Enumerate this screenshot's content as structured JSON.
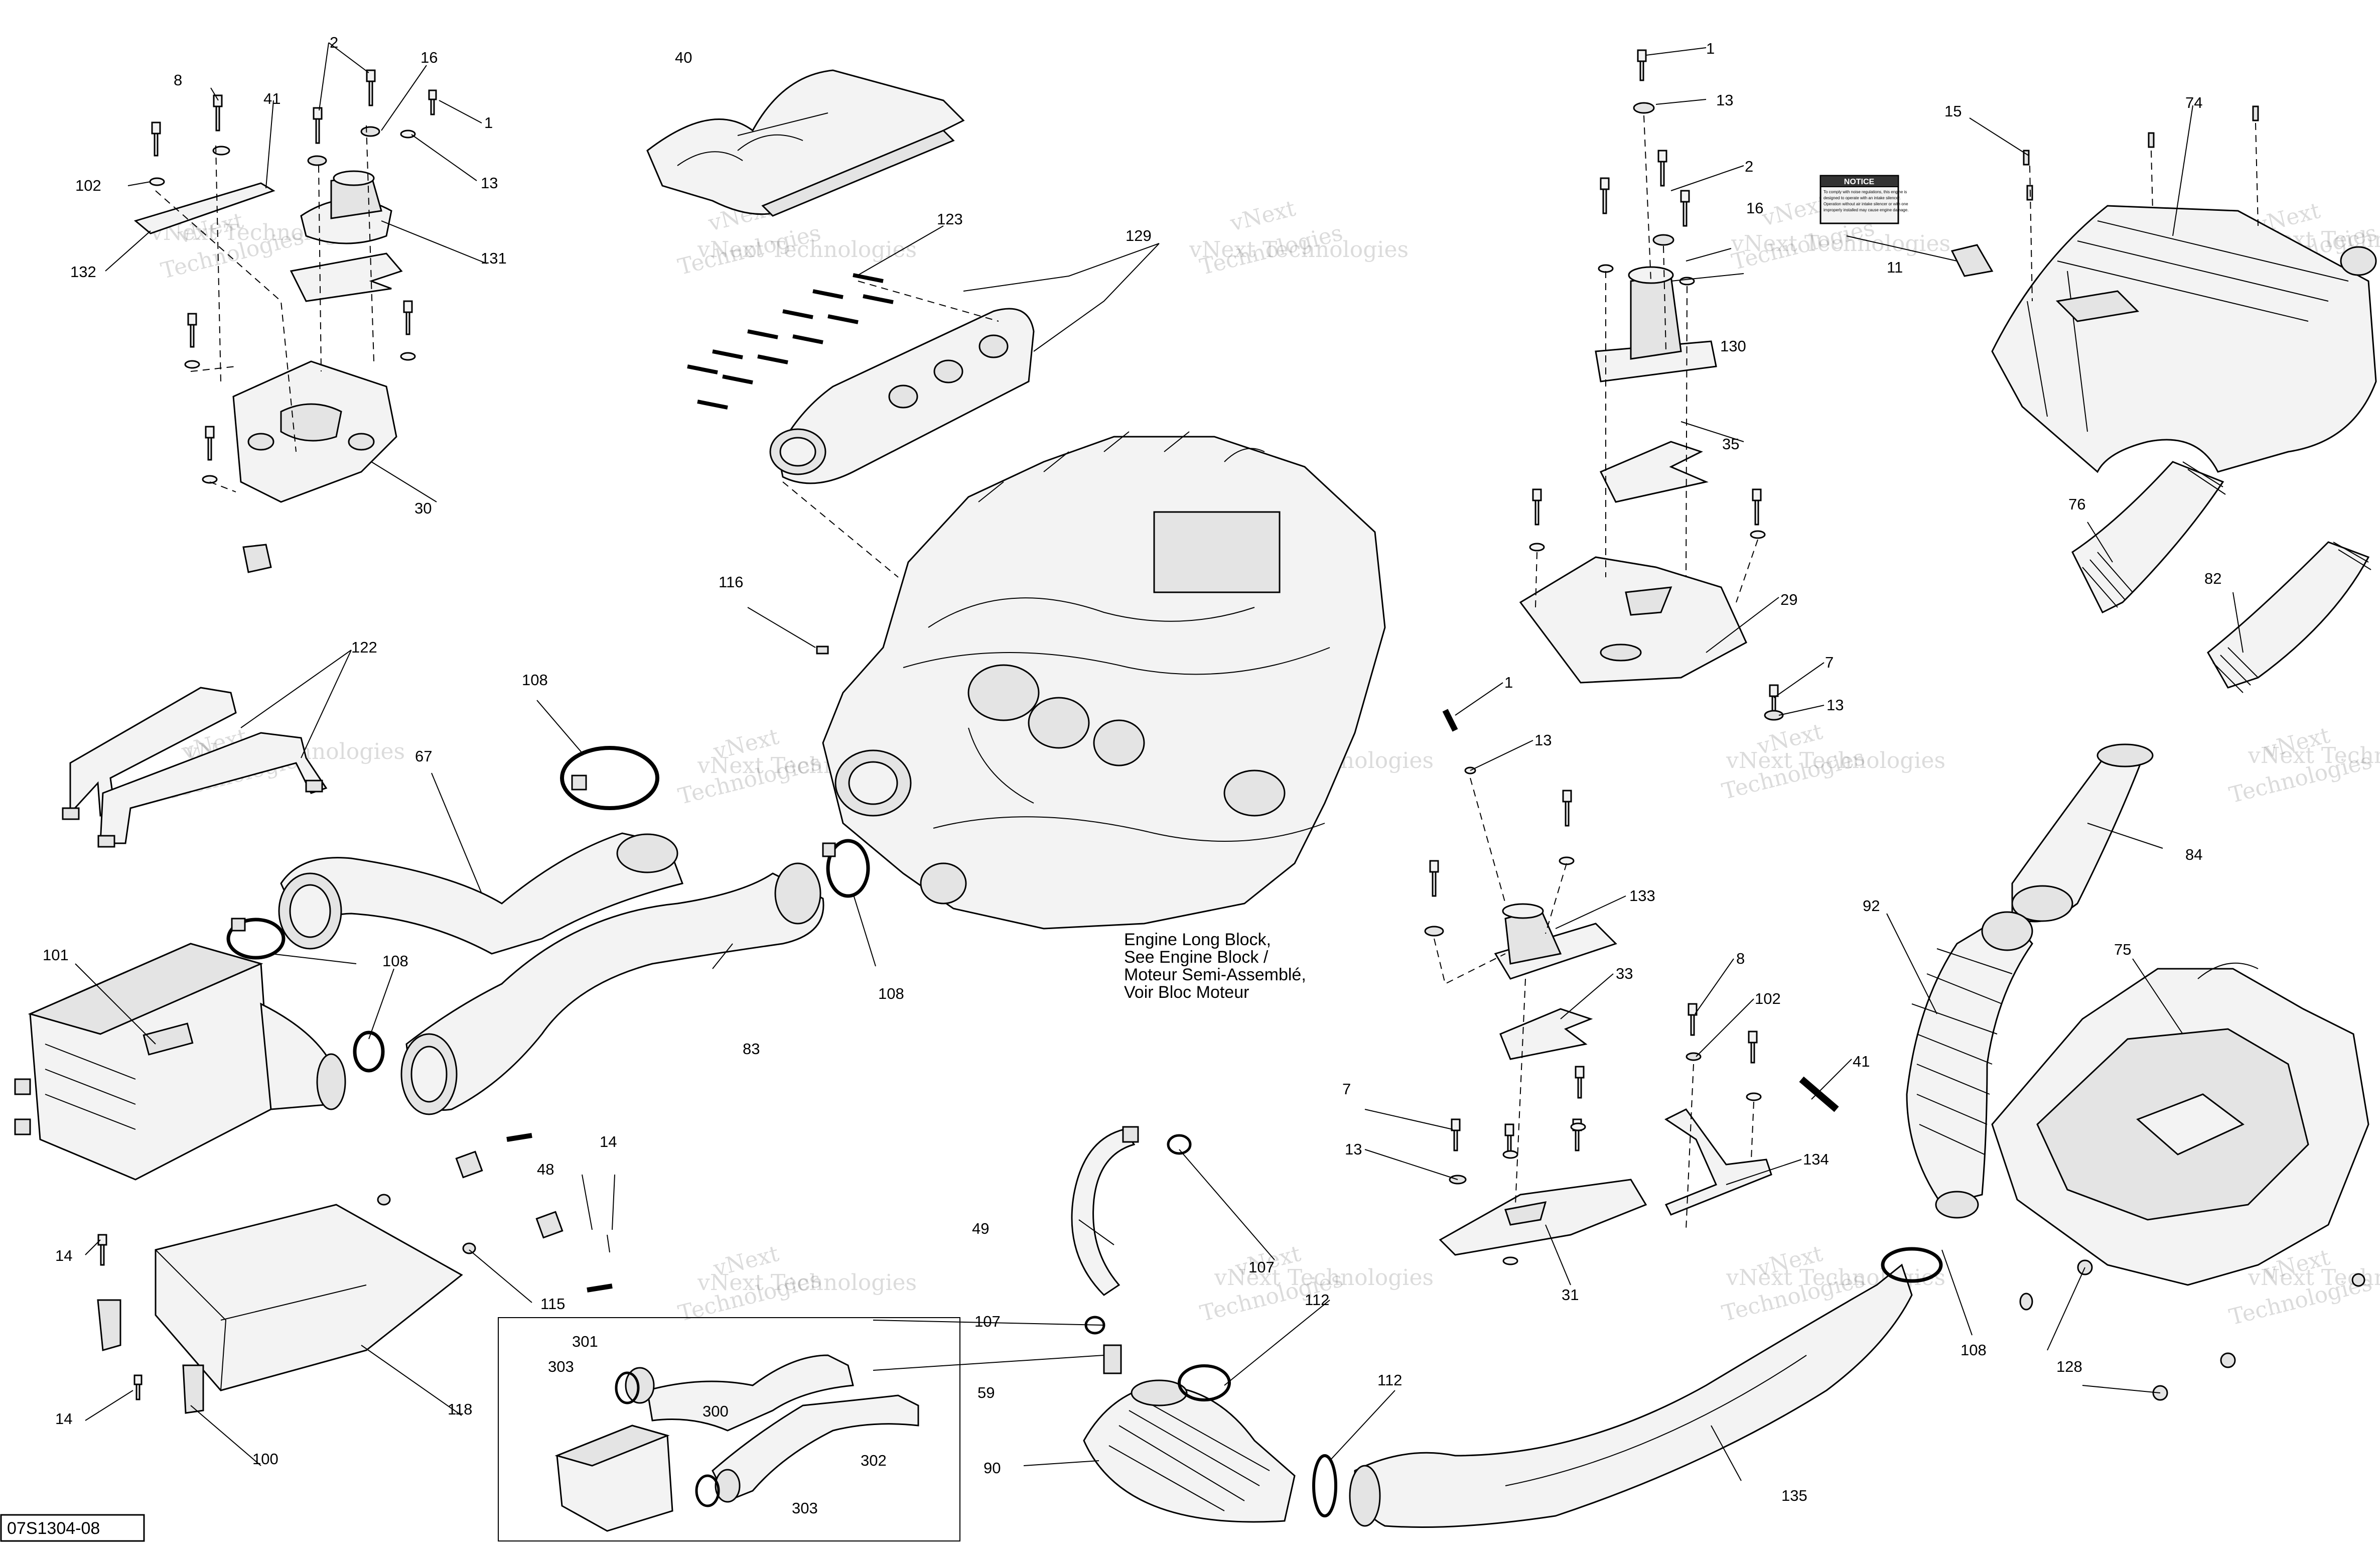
{
  "diagram": {
    "code": "07S1304-08",
    "engine_note": [
      "Engine Long Block,",
      "See Engine Block /",
      "Moteur Semi-Assemblé,",
      "Voir Bloc Moteur"
    ],
    "watermark": [
      "vNext",
      "Technologies",
      "vNext Technologies"
    ],
    "notice_label": {
      "title": "NOTICE",
      "lines": [
        "To comply with noise regulations, this engine is",
        "designed to operate with an intake silencer.",
        "Operation without air intake silencer or with one",
        "improperly installed may cause engine damage."
      ]
    },
    "callouts": [
      {
        "id": "c1",
        "text": "1"
      },
      {
        "id": "c2",
        "text": "2"
      },
      {
        "id": "c7",
        "text": "7"
      },
      {
        "id": "c8",
        "text": "8"
      },
      {
        "id": "c11",
        "text": "11"
      },
      {
        "id": "c13",
        "text": "13"
      },
      {
        "id": "c14",
        "text": "14"
      },
      {
        "id": "c15",
        "text": "15"
      },
      {
        "id": "c16",
        "text": "16"
      },
      {
        "id": "c29",
        "text": "29"
      },
      {
        "id": "c30",
        "text": "30"
      },
      {
        "id": "c31",
        "text": "31"
      },
      {
        "id": "c33",
        "text": "33"
      },
      {
        "id": "c35",
        "text": "35"
      },
      {
        "id": "c40",
        "text": "40"
      },
      {
        "id": "c41",
        "text": "41"
      },
      {
        "id": "c48",
        "text": "48"
      },
      {
        "id": "c49",
        "text": "49"
      },
      {
        "id": "c59",
        "text": "59"
      },
      {
        "id": "c67",
        "text": "67"
      },
      {
        "id": "c74",
        "text": "74"
      },
      {
        "id": "c75",
        "text": "75"
      },
      {
        "id": "c76",
        "text": "76"
      },
      {
        "id": "c82",
        "text": "82"
      },
      {
        "id": "c83",
        "text": "83"
      },
      {
        "id": "c84",
        "text": "84"
      },
      {
        "id": "c90",
        "text": "90"
      },
      {
        "id": "c92",
        "text": "92"
      },
      {
        "id": "c100",
        "text": "100"
      },
      {
        "id": "c101",
        "text": "101"
      },
      {
        "id": "c102",
        "text": "102"
      },
      {
        "id": "c107",
        "text": "107"
      },
      {
        "id": "c108",
        "text": "108"
      },
      {
        "id": "c112",
        "text": "112"
      },
      {
        "id": "c115",
        "text": "115"
      },
      {
        "id": "c116",
        "text": "116"
      },
      {
        "id": "c118",
        "text": "118"
      },
      {
        "id": "c122",
        "text": "122"
      },
      {
        "id": "c123",
        "text": "123"
      },
      {
        "id": "c128",
        "text": "128"
      },
      {
        "id": "c129",
        "text": "129"
      },
      {
        "id": "c130",
        "text": "130"
      },
      {
        "id": "c131",
        "text": "131"
      },
      {
        "id": "c132",
        "text": "132"
      },
      {
        "id": "c133",
        "text": "133"
      },
      {
        "id": "c134",
        "text": "134"
      },
      {
        "id": "c135",
        "text": "135"
      },
      {
        "id": "c300",
        "text": "300"
      },
      {
        "id": "c301",
        "text": "301"
      },
      {
        "id": "c302",
        "text": "302"
      },
      {
        "id": "c303",
        "text": "303"
      }
    ]
  }
}
